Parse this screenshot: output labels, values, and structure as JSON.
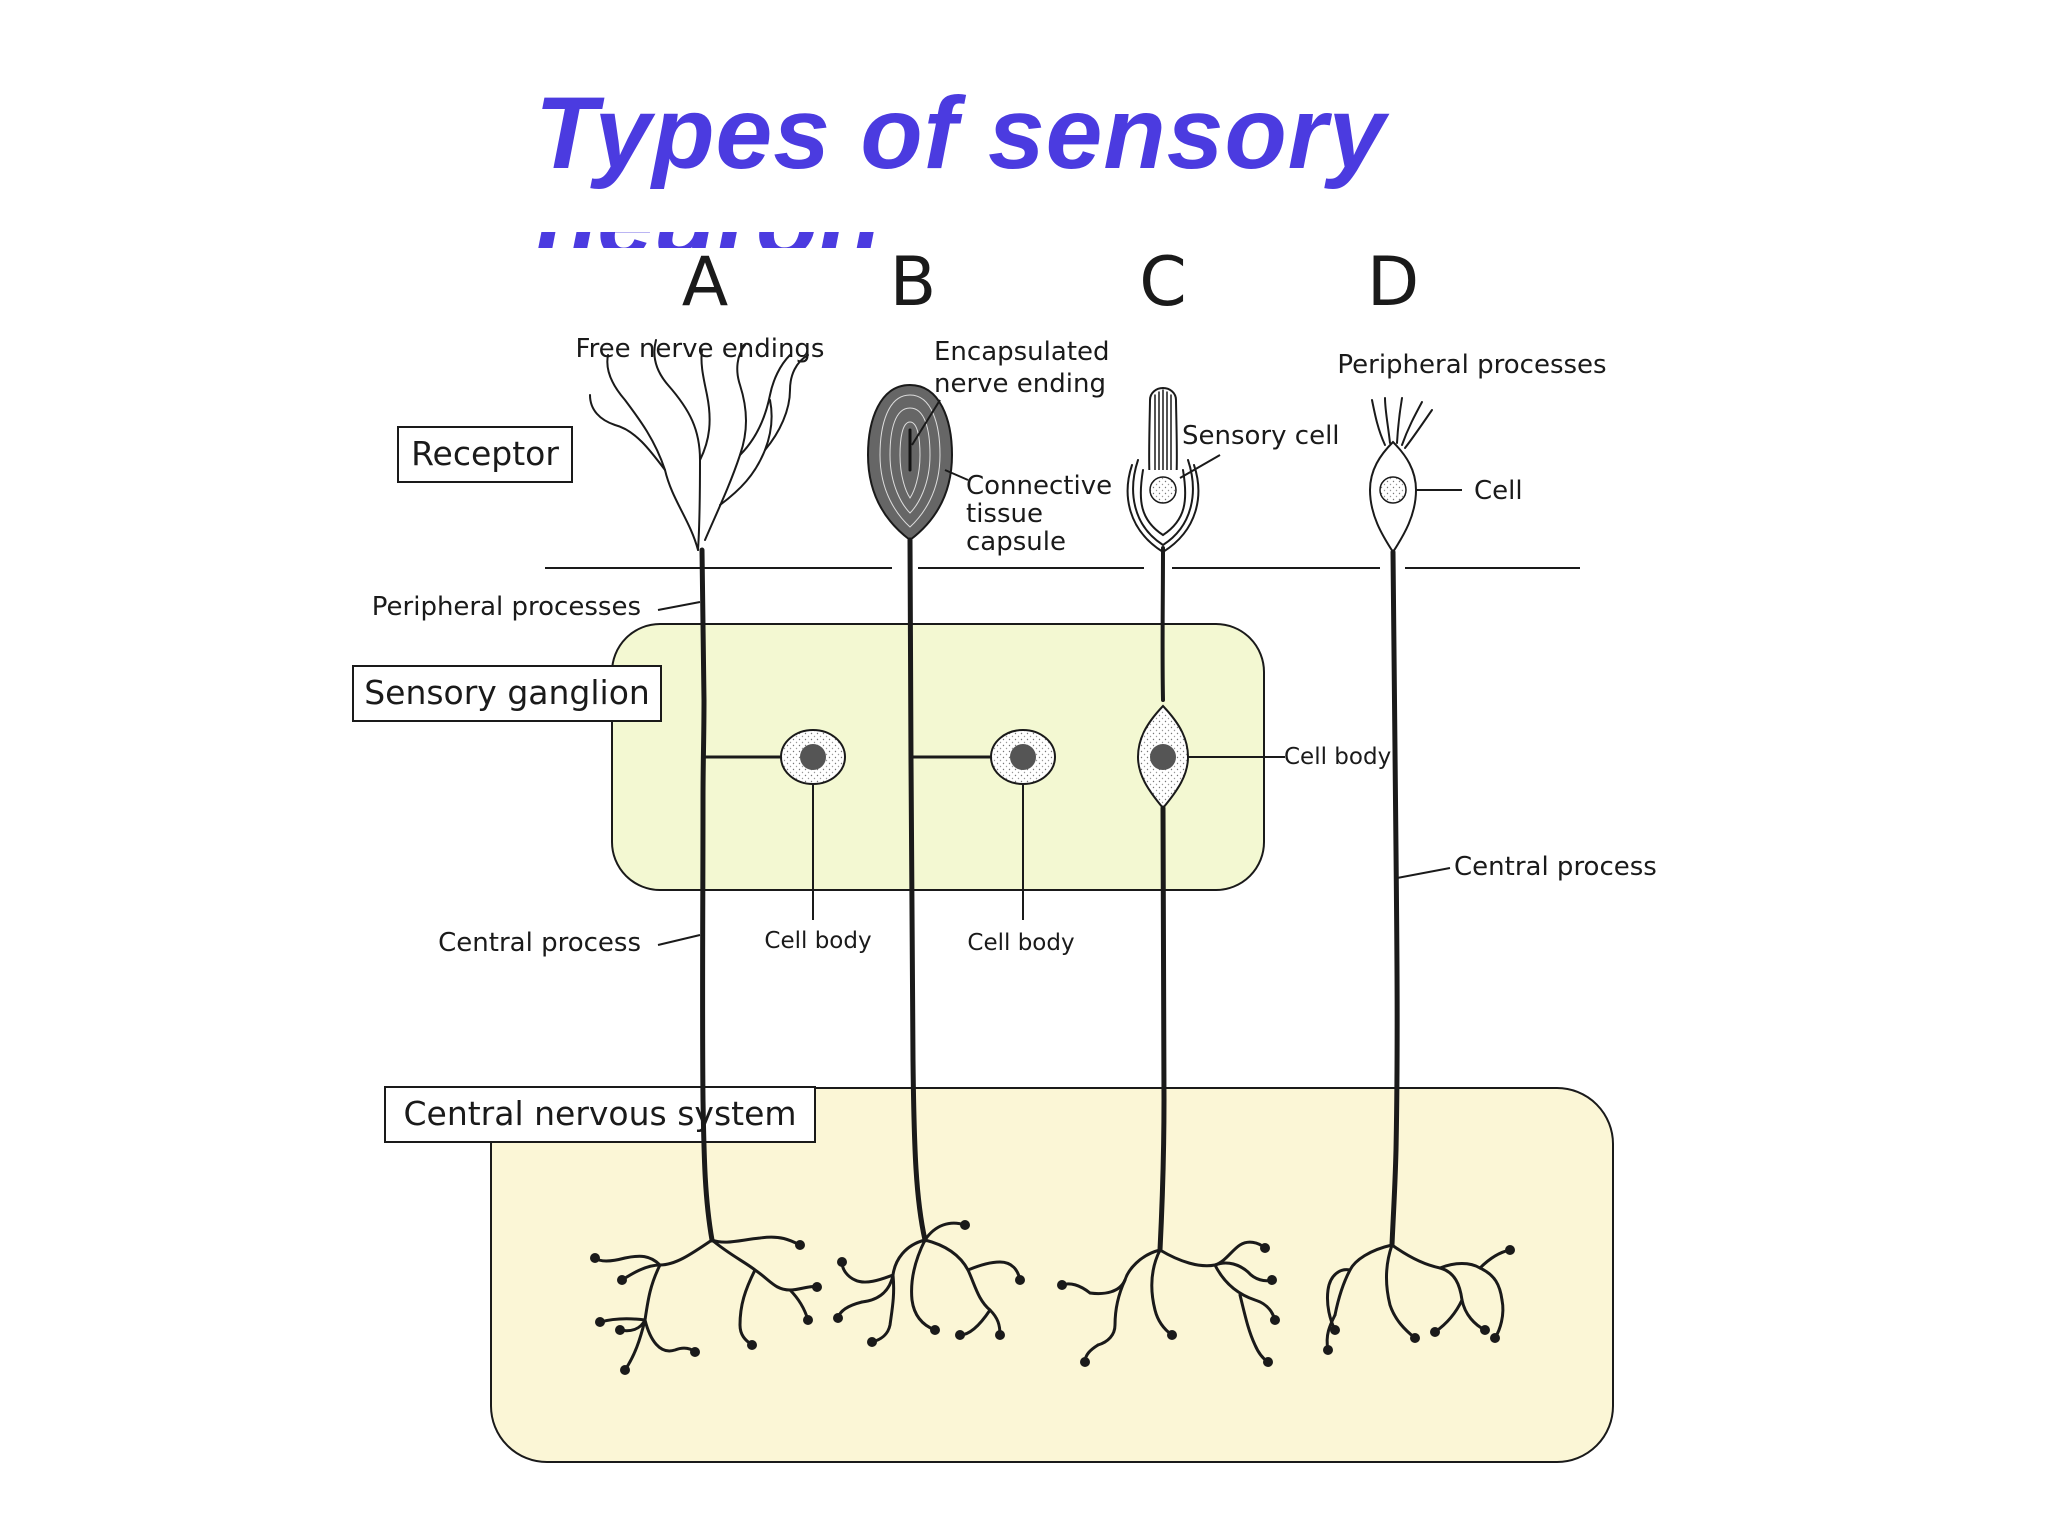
{
  "title": "Types of sensory",
  "title_overflow": "neuron",
  "colors": {
    "title": "#4b3be0",
    "ganglion_fill": "#f3f8d2",
    "cns_fill": "#fbf6d6",
    "stroke": "#1a1a1a",
    "nucleus": "#555555"
  },
  "types": [
    "A",
    "B",
    "C",
    "D"
  ],
  "regions": {
    "receptor": "Receptor",
    "ganglion": "Sensory ganglion",
    "cns": "Central nervous system"
  },
  "labels": {
    "free_nerve_endings": "Free nerve endings",
    "encapsulated_1": "Encapsulated",
    "encapsulated_2": "nerve ending",
    "connective_1": "Connective",
    "connective_2": "tissue",
    "connective_3": "capsule",
    "sensory_cell": "Sensory cell",
    "peripheral_processes_d": "Peripheral processes",
    "cell": "Cell",
    "peripheral_processes_a": "Peripheral processes",
    "cell_body_c": "Cell body",
    "central_process_d": "Central process",
    "central_process_a": "Central process",
    "cell_body_a": "Cell body",
    "cell_body_b": "Cell body"
  }
}
